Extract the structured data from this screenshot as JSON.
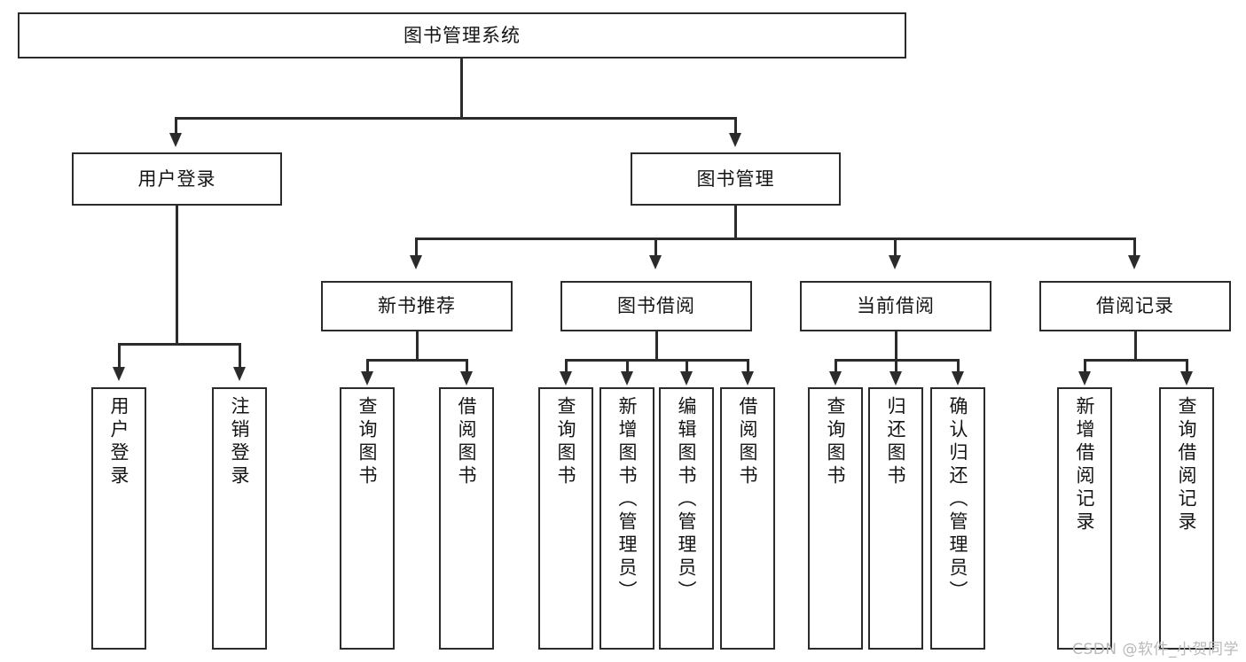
{
  "diagram": {
    "type": "tree-hierarchy",
    "title": "图书管理系统",
    "root": {
      "label": "图书管理系统"
    },
    "level2": [
      {
        "id": "user-login",
        "label": "用户登录"
      },
      {
        "id": "book-management",
        "label": "图书管理"
      }
    ],
    "level3": [
      {
        "id": "new-book-recommend",
        "label": "新书推荐",
        "parent": "book-management"
      },
      {
        "id": "book-borrow",
        "label": "图书借阅",
        "parent": "book-management"
      },
      {
        "id": "current-borrow",
        "label": "当前借阅",
        "parent": "book-management"
      },
      {
        "id": "borrow-record",
        "label": "借阅记录",
        "parent": "book-management"
      }
    ],
    "leaves": [
      {
        "id": "leaf-user-login",
        "label": "用户登录",
        "parent": "user-login"
      },
      {
        "id": "leaf-logout-login",
        "label": "注销登录",
        "parent": "user-login"
      },
      {
        "id": "leaf-query-book-1",
        "label": "查询图书",
        "parent": "new-book-recommend"
      },
      {
        "id": "leaf-borrow-book-1",
        "label": "借阅图书",
        "parent": "new-book-recommend"
      },
      {
        "id": "leaf-query-book-2",
        "label": "查询图书",
        "parent": "book-borrow"
      },
      {
        "id": "leaf-add-book",
        "label": "新增图书（管理员）",
        "parent": "book-borrow"
      },
      {
        "id": "leaf-edit-book",
        "label": "编辑图书（管理员）",
        "parent": "book-borrow"
      },
      {
        "id": "leaf-borrow-book-2",
        "label": "借阅图书",
        "parent": "book-borrow"
      },
      {
        "id": "leaf-query-book-3",
        "label": "查询图书",
        "parent": "current-borrow"
      },
      {
        "id": "leaf-return-book",
        "label": "归还图书",
        "parent": "current-borrow"
      },
      {
        "id": "leaf-confirm-return",
        "label": "确认归还（管理员）",
        "parent": "current-borrow"
      },
      {
        "id": "leaf-add-record",
        "label": "新增借阅记录",
        "parent": "borrow-record"
      },
      {
        "id": "leaf-query-record",
        "label": "查询借阅记录",
        "parent": "borrow-record"
      }
    ],
    "colors": {
      "stroke": "#2b2b2b",
      "fill": "#ffffff",
      "text": "#141414",
      "watermark": "#b9b9b9"
    }
  },
  "watermark": {
    "text": "CSDN @软件_小贺同学"
  }
}
